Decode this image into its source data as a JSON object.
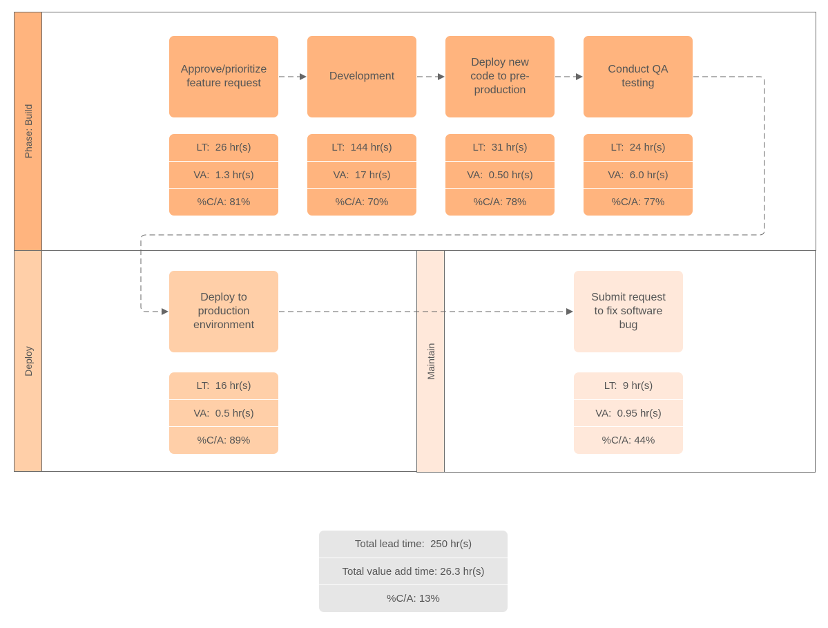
{
  "lanes": {
    "build": "Phase: Build",
    "deploy": "Deploy",
    "maintain": "Maintain"
  },
  "colors": {
    "build": "#ffb47e",
    "deploy": "#ffcfa8",
    "maintain": "#ffe8da",
    "total": "#e6e6e6",
    "connector": "#666666"
  },
  "steps": {
    "approve": {
      "label": "Approve/prioritize feature request",
      "lt": "LT:  26 hr(s)",
      "va": "VA:  1.3 hr(s)",
      "ca": "%C/A: 81%"
    },
    "development": {
      "label": "Development",
      "lt": "LT:  144 hr(s)",
      "va": "VA:  17 hr(s)",
      "ca": "%C/A: 70%"
    },
    "preprod": {
      "label": "Deploy new code to pre-production",
      "lt": "LT:  31 hr(s)",
      "va": "VA:  0.50 hr(s)",
      "ca": "%C/A: 78%"
    },
    "qa": {
      "label": "Conduct QA testing",
      "lt": "LT:  24 hr(s)",
      "va": "VA:  6.0 hr(s)",
      "ca": "%C/A: 77%"
    },
    "production": {
      "label": "Deploy to production environment",
      "lt": "LT:  16 hr(s)",
      "va": "VA:  0.5 hr(s)",
      "ca": "%C/A: 89%"
    },
    "bugfix": {
      "label": "Submit request to fix software bug",
      "lt": "LT:  9 hr(s)",
      "va": "VA:  0.95 hr(s)",
      "ca": "%C/A: 44%"
    }
  },
  "totals": {
    "lead_time": "Total lead time:  250 hr(s)",
    "value_add": "Total value add time: 26.3 hr(s)",
    "ca": "%C/A: 13%"
  }
}
